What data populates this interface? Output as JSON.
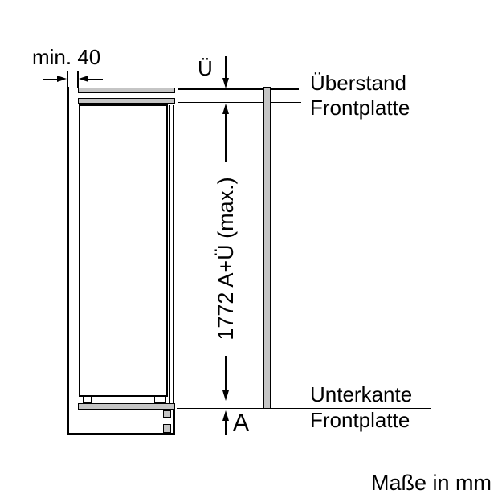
{
  "diagram_type": "appliance-installation-dimensions",
  "labels": {
    "min_clearance": "min. 40",
    "overhang_symbol": "Ü",
    "overhang": {
      "line1": "Überstand",
      "line2": "Frontplatte"
    },
    "height_dimension": "1772 A+Ü (max.)",
    "bottom_edge": {
      "line1": "Unterkante",
      "line2": "Frontplatte"
    },
    "dimension_a": "A",
    "units": "Maße in mm"
  },
  "colors": {
    "line": "#000000",
    "panel_fill": "#c5c5c5",
    "background": "#ffffff"
  }
}
